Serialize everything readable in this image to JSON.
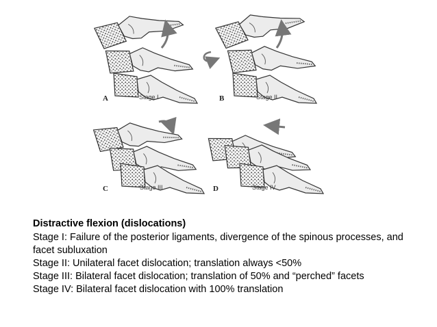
{
  "figure": {
    "panels": [
      {
        "letter": "A",
        "stage": "Stage I"
      },
      {
        "letter": "B",
        "stage": "Stage II"
      },
      {
        "letter": "C",
        "stage": "Stage III"
      },
      {
        "letter": "D",
        "stage": "Stage IV"
      }
    ]
  },
  "caption": {
    "title": "Distractive flexion (dislocations)",
    "lines": [
      "Stage I: Failure of the posterior ligaments, divergence of the spinous processes, and",
      "facet subluxation",
      "Stage II: Unilateral facet dislocation; translation always <50%",
      "Stage III: Bilateral facet dislocation; translation of 50% and “perched” facets",
      "Stage IV: Bilateral facet dislocation with 100% translation"
    ]
  }
}
